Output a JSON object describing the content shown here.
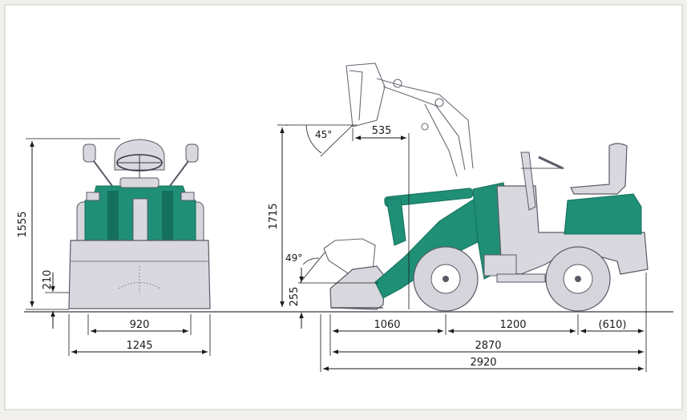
{
  "colors": {
    "paper": "#ffffff",
    "background": "#f1f0ec",
    "body_green": "#1f8f76",
    "body_green_dark": "#14705c",
    "body_grey": "#d9d8df",
    "tire_grey": "#d6d5dc",
    "outline": "#5a5a66",
    "dimension_line": "#1a1a1a"
  },
  "front_view": {
    "height_total": "1555",
    "bucket_height": "210",
    "tread_width": "920",
    "overall_width": "1245"
  },
  "side_view": {
    "max_height": "1715",
    "dump_reach": "535",
    "dump_angle": "45°",
    "rollback_angle": "49°",
    "bucket_ground_height": "255",
    "front_overhang": "1060",
    "wheelbase": "1200",
    "rear_overhang": "(610)",
    "length_body": "2870",
    "length_overall": "2920"
  }
}
